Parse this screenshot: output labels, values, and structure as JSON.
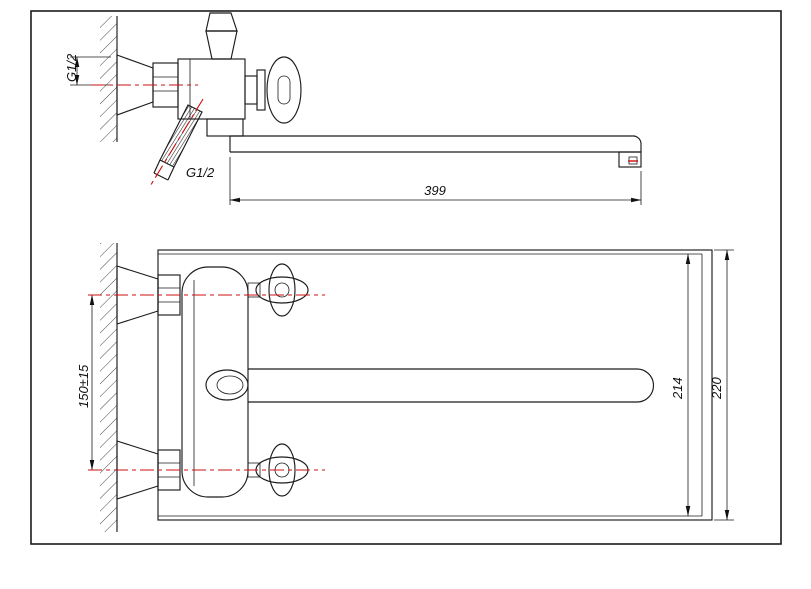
{
  "drawing": {
    "colors": {
      "line": "#1c1c1c",
      "centerline": "#cc1111",
      "paper": "#ffffff"
    },
    "view_top": {
      "wall_thread_label": "G1/2",
      "shower_thread_label": "G1/2",
      "spout_length_label": "399"
    },
    "view_plan": {
      "mount_spacing_label": "150±15",
      "inner_width_label": "214",
      "overall_width_label": "220"
    }
  }
}
